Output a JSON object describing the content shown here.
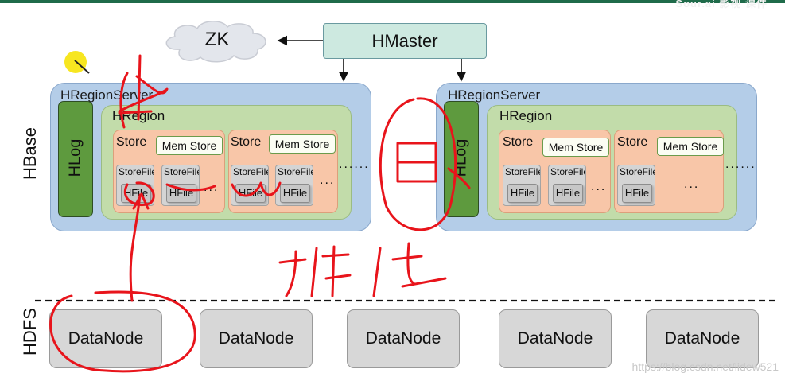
{
  "header": {
    "corner_text": "Sour.ai 影视 课件"
  },
  "zookeeper": {
    "label": "ZK"
  },
  "master": {
    "label": "HMaster"
  },
  "layers": {
    "hbase": "HBase",
    "hdfs": "HDFS"
  },
  "region_servers": [
    {
      "label": "HRegionServer",
      "hlog": "HLog",
      "region": {
        "label": "HRegion",
        "stores": [
          {
            "label": "Store",
            "memstore": "Mem Store",
            "storefile": "StoreFile",
            "hfile": "HFile",
            "more": "..."
          },
          {
            "label": "Store",
            "memstore": "Mem Store",
            "storefile": "StoreFile",
            "hfile": "HFile",
            "more": "..."
          }
        ],
        "more": "......"
      }
    },
    {
      "label": "HRegionServer",
      "hlog": "HLog",
      "region": {
        "label": "HRegion",
        "stores": [
          {
            "label": "Store",
            "memstore": "Mem Store",
            "storefile": "StoreFile",
            "hfile": "HFile",
            "more": "..."
          },
          {
            "label": "Store",
            "memstore": "Mem Store",
            "storefile": "StoreFile",
            "hfile": "HFile",
            "more": "..."
          }
        ],
        "more": "......"
      }
    }
  ],
  "datanodes": [
    "DataNode",
    "DataNode",
    "DataNode",
    "DataNode",
    "DataNode"
  ],
  "watermark": "https://blog.csdn.net/lidew521",
  "colors": {
    "hmaster": "#cde9e0",
    "regionserver": "#b4cde8",
    "hlog": "#5e9a3e",
    "region": "#c2dcaa",
    "store": "#f8c6a8",
    "file": "#d4d4d4",
    "annotation": "#e8141b"
  }
}
